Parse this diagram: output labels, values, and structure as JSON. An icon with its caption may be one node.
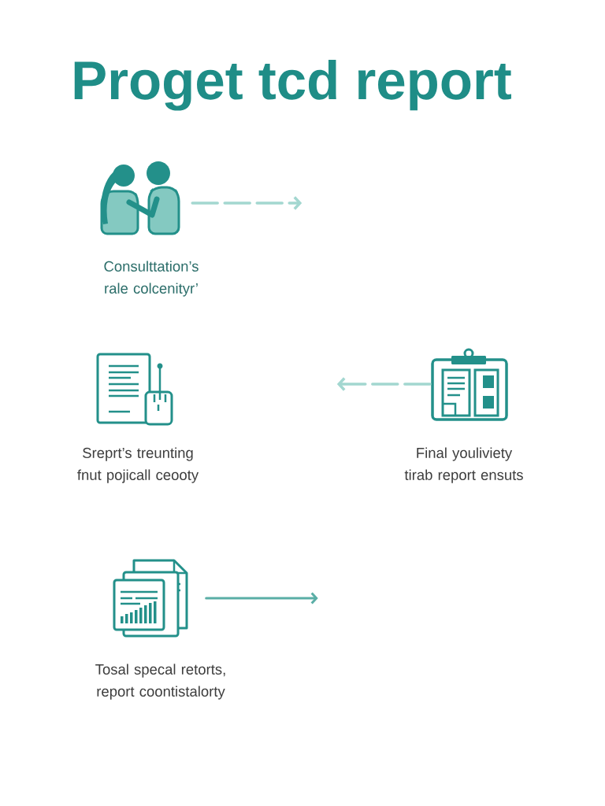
{
  "diagram": {
    "title": "Proget tcd report",
    "nodes": [
      {
        "text": [],
        "shape": "picture",
        "beside": [
          "Consulttation’s rale colcenityr’"
        ]
      },
      {
        "text": [],
        "shape": "picture",
        "beside": [
          "Sreprt’s treunting fnut pojicall ceooty"
        ]
      },
      {
        "text": [],
        "shape": "picture",
        "beside": [
          "Final youliviety tirab report ensuts"
        ]
      },
      {
        "text": [],
        "shape": "picture",
        "beside": [
          "Tosal specal retorts, report coontistalorty"
        ]
      }
    ],
    "edges": [
      {
        "from": 0,
        "to": null,
        "arrow": "to",
        "style": "dashed"
      },
      {
        "from": 2,
        "to": null,
        "arrow": "to",
        "style": "dashed"
      },
      {
        "from": 3,
        "to": null,
        "arrow": "to",
        "color": "#5aaea6"
      }
    ]
  }
}
